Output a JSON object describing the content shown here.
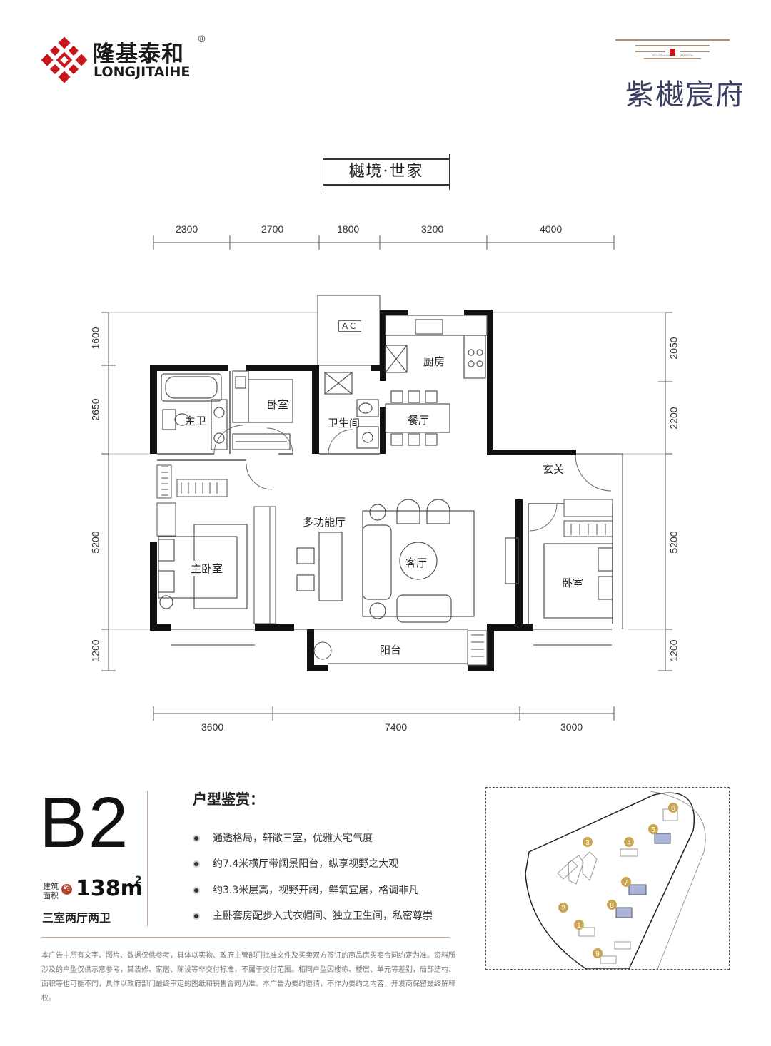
{
  "brand": {
    "name_cn": "隆基泰和",
    "name_en": "LONGJITAIHE",
    "reg_mark": "®"
  },
  "project": {
    "name": "紫樾宸府",
    "tagline_en_left": "BOULEVARD",
    "tagline_en_right": "MANSION"
  },
  "banner": "樾境·世家",
  "dimensions": {
    "top": [
      "2300",
      "2700",
      "1800",
      "3200",
      "4000"
    ],
    "bottom": [
      "3600",
      "7400",
      "3000"
    ],
    "left": [
      "1600",
      "2650",
      "5200",
      "1200"
    ],
    "right": [
      "2050",
      "2200",
      "5200",
      "1200"
    ]
  },
  "rooms": {
    "ac": "AC",
    "kitchen": "厨房",
    "master_bath": "主卫",
    "bedroom_top": "卧室",
    "bathroom": "卫生间",
    "dining": "餐厅",
    "entrance": "玄关",
    "multi_hall": "多功能厅",
    "living": "客厅",
    "master_bedroom": "主卧室",
    "bedroom_right": "卧室",
    "balcony": "阳台"
  },
  "unit": {
    "code": "B2",
    "area_label": "建筑面积",
    "area_badge": "约",
    "area_value": "138m",
    "area_unit_sup": "2",
    "layout": "三室两厅两卫"
  },
  "features": {
    "title": "户型鉴赏：",
    "items": [
      "通透格局，轩敞三室，优雅大宅气度",
      "约7.4米横厅带阔景阳台，纵享视野之大观",
      "约3.3米层高，视野开阔，鲜氧宜居，格调非凡",
      "主卧套房配步入式衣帽间、独立卫生间，私密尊崇"
    ]
  },
  "disclaimer": "本广告中所有文字、图片、数据仅供参考，具体以实物、政府主管部门批准文件及买卖双方签订的商品房买卖合同约定为准。资料所涉及的户型仅供示意参考，其装修、家居、陈设等非交付标准，不属于交付范围。相同户型因楼栋、楼层、单元等差别，局部结构、面积等也可能不同，具体以政府部门最终审定的图纸和销售合同为准。本广告为要约邀请，不作为要约之内容，开发商保留最终解释权。",
  "site_plan": {
    "buildings": [
      "1",
      "2",
      "3",
      "4",
      "5",
      "6",
      "7",
      "8",
      "9"
    ]
  },
  "colors": {
    "accent": "#b5442f",
    "project": "#3b3f63",
    "highlight_building": "#aab4d8"
  }
}
